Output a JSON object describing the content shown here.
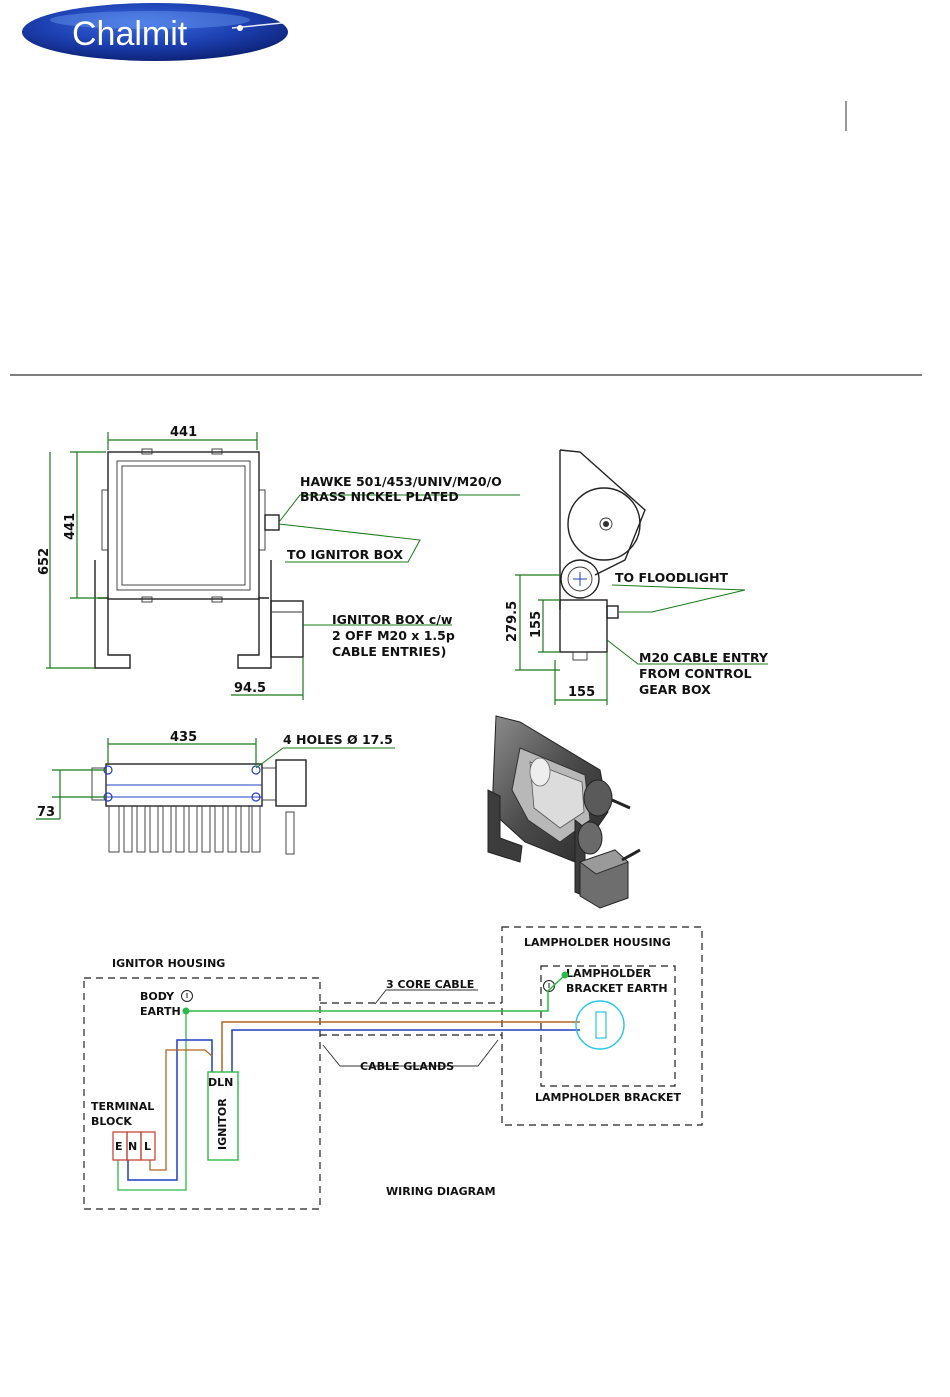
{
  "header": {
    "logo_text": "Chalmit",
    "brand_colors": {
      "logo_dark": "#0b1e6e",
      "logo_mid": "#1c3fb0",
      "logo_highlight": "#7fb3ff",
      "rule": "#555555"
    }
  },
  "drawings": {
    "front_view": {
      "dim_width": "441",
      "dim_height_inner": "441",
      "dim_height_total": "652",
      "dim_offset": "94.5",
      "callout_hawke_line1": "HAWKE 501/453/UNIV/M20/O",
      "callout_hawke_line2": "BRASS NICKEL PLATED",
      "callout_ignitor": "TO IGNITOR BOX",
      "callout_box_line1": "IGNITOR BOX c/w",
      "callout_box_line2": "2 OFF M20 x 1.5p",
      "callout_box_line3": "CABLE ENTRIES)"
    },
    "side_view": {
      "dim_height": "279.5",
      "dim_box_height": "155",
      "dim_box_width": "155",
      "callout_floodlight": "TO FLOODLIGHT",
      "callout_entry_line1": "M20 CABLE ENTRY",
      "callout_entry_line2": "FROM CONTROL",
      "callout_entry_line3": "GEAR BOX"
    },
    "top_view": {
      "dim_width": "435",
      "dim_depth": "73",
      "callout_holes": "4 HOLES Ø 17.5"
    }
  },
  "wiring": {
    "title": "WIRING DIAGRAM",
    "ignitor_housing": "IGNITOR HOUSING",
    "lampholder_housing": "LAMPHOLDER HOUSING",
    "lampholder_bracket": "LAMPHOLDER BRACKET",
    "lampholder_earth_line1": "LAMPHOLDER",
    "lampholder_earth_line2": "BRACKET EARTH",
    "body_earth_line1": "BODY",
    "body_earth_line2": "EARTH",
    "cable": "3 CORE CABLE",
    "glands": "CABLE GLANDS",
    "terminal_line1": "TERMINAL",
    "terminal_line2": "BLOCK",
    "terminal_e": "E",
    "terminal_n": "N",
    "terminal_l": "L",
    "ignitor": "IGNITOR",
    "ignitor_terms": "DLN",
    "wire_colors": {
      "earth": "#2db84a",
      "neutral": "#1f3fbf",
      "live": "#b5651d",
      "lamp": "#29c6e6",
      "terminal": "#c0392b"
    }
  }
}
